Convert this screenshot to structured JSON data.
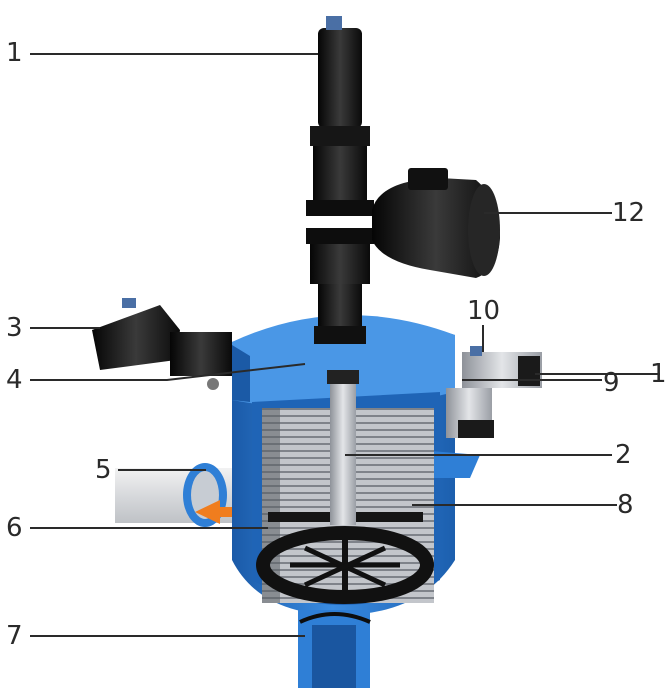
{
  "colors": {
    "body_blue": "#2f7fd6",
    "body_blue_dark": "#1c5fae",
    "body_blue_light": "#5aa2ea",
    "actuator_black": "#141414",
    "screen_grey": "#b9bcc2",
    "leader_line": "#2a2a2a",
    "flow_arrow": "#f07d1e"
  },
  "callouts": {
    "c1_top": "1",
    "c12": "12",
    "c3": "3",
    "c10": "10",
    "c1_right": "1",
    "c4": "4",
    "c9": "9",
    "c2": "2",
    "c5": "5",
    "c8": "8",
    "c6": "6",
    "c7": "7"
  }
}
